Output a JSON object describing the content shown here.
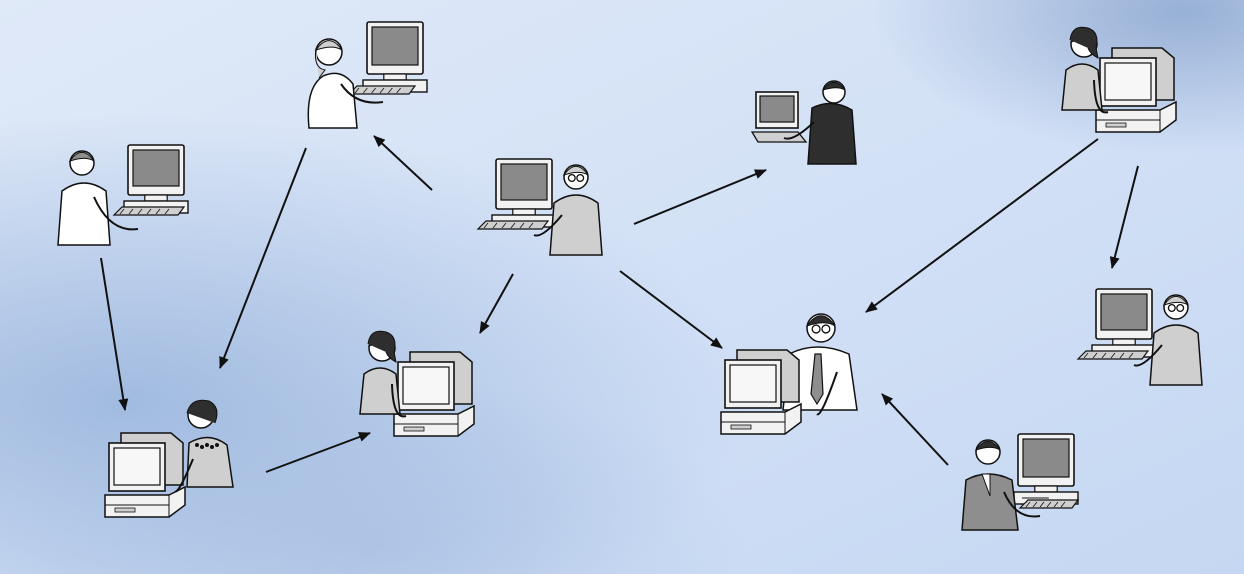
{
  "colors": {
    "background_light": "#dde8f7",
    "background_mid": "#c9daf3",
    "background_dark": "#7f9fce",
    "screen": "#8a8a8a",
    "device_light": "#f2f2f2",
    "device_mid": "#cfcfcf",
    "person_dark": "#2e2e2e",
    "person_mid": "#8e8e8e",
    "outline": "#111111",
    "arrow": "#111111"
  },
  "diagram": {
    "nodes": [
      {
        "id": "woman-top-left",
        "icon": "woman-desktop-icon"
      },
      {
        "id": "man-left",
        "icon": "man-desktop-icon"
      },
      {
        "id": "center-user",
        "icon": "man-desktop-icon"
      },
      {
        "id": "laptop-user",
        "icon": "man-laptop-icon"
      },
      {
        "id": "woman-top-right",
        "icon": "woman-desktop-icon"
      },
      {
        "id": "woman-bottom-left",
        "icon": "woman-desktop-icon"
      },
      {
        "id": "woman-middle",
        "icon": "woman-desktop-icon"
      },
      {
        "id": "man-bottom-center",
        "icon": "man-desktop-icon"
      },
      {
        "id": "man-right",
        "icon": "man-desktop-icon"
      },
      {
        "id": "man-bottom-right",
        "icon": "man-desktop-icon"
      }
    ],
    "edges": [
      {
        "from": "center-user",
        "to": "woman-top-left"
      },
      {
        "from": "center-user",
        "to": "laptop-user"
      },
      {
        "from": "center-user",
        "to": "woman-middle"
      },
      {
        "from": "center-user",
        "to": "man-bottom-center"
      },
      {
        "from": "man-left",
        "to": "woman-bottom-left"
      },
      {
        "from": "woman-top-left",
        "to": "woman-bottom-left"
      },
      {
        "from": "woman-bottom-left",
        "to": "woman-middle"
      },
      {
        "from": "woman-top-right",
        "to": "man-bottom-center"
      },
      {
        "from": "woman-top-right",
        "to": "man-right"
      },
      {
        "from": "man-bottom-right",
        "to": "man-bottom-center"
      }
    ]
  }
}
